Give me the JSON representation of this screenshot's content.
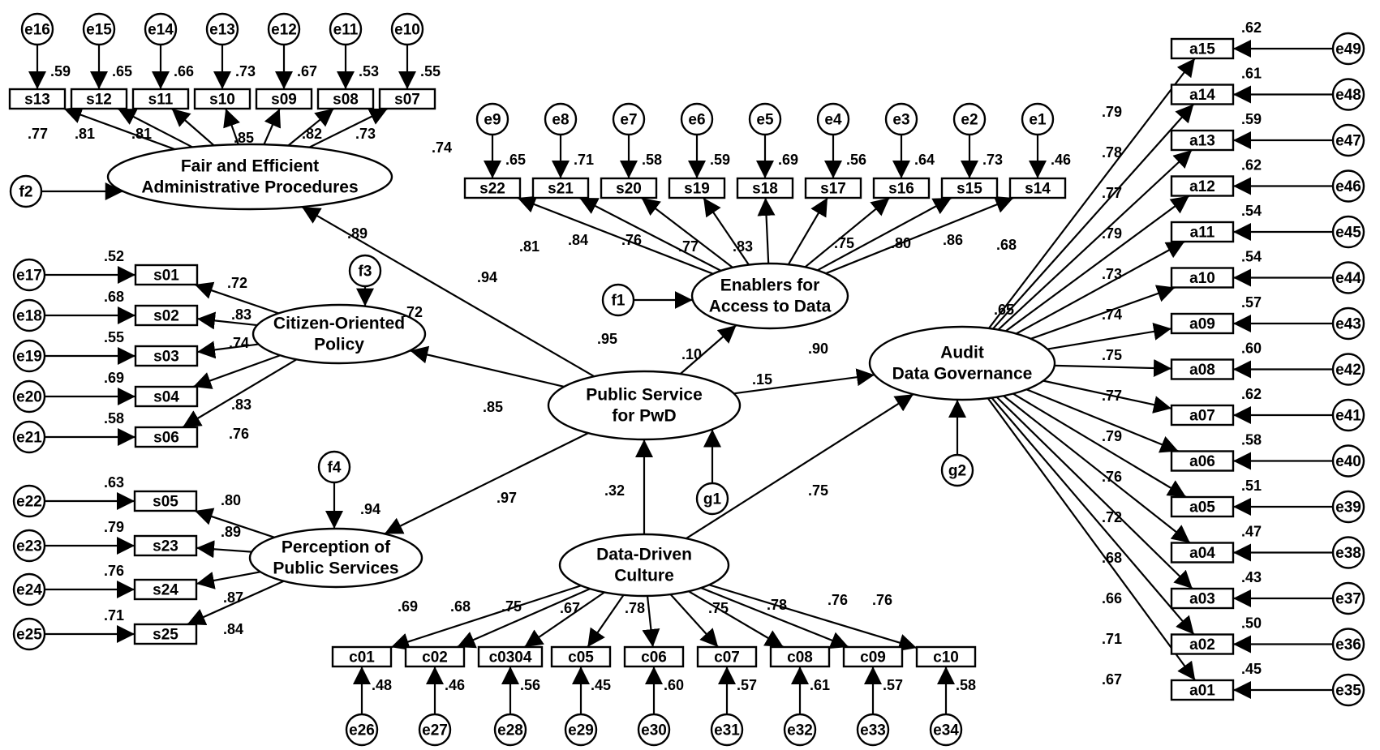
{
  "latents": [
    {
      "id": "FEAP",
      "lines": [
        "Fair and Efficient",
        "Administrative Procedures"
      ]
    },
    {
      "id": "COP",
      "lines": [
        "Citizen-Oriented",
        "Policy"
      ]
    },
    {
      "id": "PPS",
      "lines": [
        "Perception of",
        "Public Services"
      ]
    },
    {
      "id": "EAD",
      "lines": [
        "Enablers for",
        "Access to Data"
      ]
    },
    {
      "id": "PSP",
      "lines": [
        "Public Service",
        "for PwD"
      ]
    },
    {
      "id": "DDC",
      "lines": [
        "Data-Driven",
        "Culture"
      ]
    },
    {
      "id": "ADG",
      "lines": [
        "Audit",
        "Data Governance"
      ]
    }
  ],
  "disturbances": [
    {
      "label": "f2",
      "target": "FEAP"
    },
    {
      "label": "f3",
      "target": "COP"
    },
    {
      "label": "f4",
      "target": "PPS"
    },
    {
      "label": "f1",
      "target": "EAD"
    },
    {
      "label": "g1",
      "target": "PSP"
    },
    {
      "label": "g2",
      "target": "ADG"
    }
  ],
  "indicators": {
    "FEAP": {
      "items": [
        {
          "box": "s13",
          "err": "e16",
          "loading": ".77",
          "r2": ".59"
        },
        {
          "box": "s12",
          "err": "e15",
          "loading": ".81",
          "r2": ".65"
        },
        {
          "box": "s11",
          "err": "e14",
          "loading": ".81",
          "r2": ".66"
        },
        {
          "box": "s10",
          "err": "e13",
          "loading": ".85",
          "r2": ".73"
        },
        {
          "box": "s09",
          "err": "e12",
          "loading": ".82",
          "r2": ".67"
        },
        {
          "box": "s08",
          "err": "e11",
          "loading": ".73",
          "r2": ".53"
        },
        {
          "box": "s07",
          "err": "e10",
          "loading": ".74",
          "r2": ".55"
        }
      ]
    },
    "EAD": {
      "items": [
        {
          "box": "s22",
          "err": "e9",
          "loading": ".81",
          "r2": ".65"
        },
        {
          "box": "s21",
          "err": "e8",
          "loading": ".84",
          "r2": ".71"
        },
        {
          "box": "s20",
          "err": "e7",
          "loading": ".76",
          "r2": ".58"
        },
        {
          "box": "s19",
          "err": "e6",
          "loading": ".77",
          "r2": ".59"
        },
        {
          "box": "s18",
          "err": "e5",
          "loading": ".83",
          "r2": ".69"
        },
        {
          "box": "s17",
          "err": "e4",
          "loading": ".75",
          "r2": ".56"
        },
        {
          "box": "s16",
          "err": "e3",
          "loading": ".80",
          "r2": ".64"
        },
        {
          "box": "s15",
          "err": "e2",
          "loading": ".86",
          "r2": ".73"
        },
        {
          "box": "s14",
          "err": "e1",
          "loading": ".68",
          "r2": ".46"
        }
      ]
    },
    "COP": {
      "items": [
        {
          "box": "s01",
          "err": "e17",
          "loading": ".72",
          "r2": ".52"
        },
        {
          "box": "s02",
          "err": "e18",
          "loading": ".83",
          "r2": ".68"
        },
        {
          "box": "s03",
          "err": "e19",
          "loading": ".74",
          "r2": ".55"
        },
        {
          "box": "s04",
          "err": "e20",
          "loading": ".83",
          "r2": ".69"
        },
        {
          "box": "s06",
          "err": "e21",
          "loading": ".76",
          "r2": ".58"
        }
      ]
    },
    "PPS": {
      "items": [
        {
          "box": "s05",
          "err": "e22",
          "loading": ".80",
          "r2": ".63"
        },
        {
          "box": "s23",
          "err": "e23",
          "loading": ".89",
          "r2": ".79"
        },
        {
          "box": "s24",
          "err": "e24",
          "loading": ".87",
          "r2": ".76"
        },
        {
          "box": "s25",
          "err": "e25",
          "loading": ".84",
          "r2": ".71"
        }
      ]
    },
    "DDC": {
      "items": [
        {
          "box": "c01",
          "err": "e26",
          "loading": ".69",
          "r2": ".48"
        },
        {
          "box": "c02",
          "err": "e27",
          "loading": ".68",
          "r2": ".46"
        },
        {
          "box": "c0304",
          "err": "e28",
          "loading": ".75",
          "r2": ".56"
        },
        {
          "box": "c05",
          "err": "e29",
          "loading": ".67",
          "r2": ".45"
        },
        {
          "box": "c06",
          "err": "e30",
          "loading": ".78",
          "r2": ".60"
        },
        {
          "box": "c07",
          "err": "e31",
          "loading": ".75",
          "r2": ".57"
        },
        {
          "box": "c08",
          "err": "e32",
          "loading": ".78",
          "r2": ".61"
        },
        {
          "box": "c09",
          "err": "e33",
          "loading": ".76",
          "r2": ".57"
        },
        {
          "box": "c10",
          "err": "e34",
          "loading": ".76",
          "r2": ".58"
        }
      ]
    },
    "ADG": {
      "items": [
        {
          "box": "a15",
          "err": "e49",
          "loading": ".79",
          "r2": ".62"
        },
        {
          "box": "a14",
          "err": "e48",
          "loading": ".78",
          "r2": ".61"
        },
        {
          "box": "a13",
          "err": "e47",
          "loading": ".77",
          "r2": ".59"
        },
        {
          "box": "a12",
          "err": "e46",
          "loading": ".79",
          "r2": ".62"
        },
        {
          "box": "a11",
          "err": "e45",
          "loading": ".73",
          "r2": ".54"
        },
        {
          "box": "a10",
          "err": "e44",
          "loading": ".74",
          "r2": ".54"
        },
        {
          "box": "a09",
          "err": "e43",
          "loading": ".75",
          "r2": ".57"
        },
        {
          "box": "a08",
          "err": "e42",
          "loading": ".77",
          "r2": ".60"
        },
        {
          "box": "a07",
          "err": "e41",
          "loading": ".79",
          "r2": ".62"
        },
        {
          "box": "a06",
          "err": "e40",
          "loading": ".76",
          "r2": ".58"
        },
        {
          "box": "a05",
          "err": "e39",
          "loading": ".72",
          "r2": ".51"
        },
        {
          "box": "a04",
          "err": "e38",
          "loading": ".68",
          "r2": ".47"
        },
        {
          "box": "a03",
          "err": "e37",
          "loading": ".66",
          "r2": ".43"
        },
        {
          "box": "a02",
          "err": "e36",
          "loading": ".71",
          "r2": ".50"
        },
        {
          "box": "a01",
          "err": "e35",
          "loading": ".67",
          "r2": ".45"
        }
      ]
    }
  },
  "paths": [
    {
      "from": "PSP",
      "to": "FEAP",
      "coef": ".94"
    },
    {
      "from": "PSP",
      "to": "COP",
      "coef": ".85"
    },
    {
      "from": "PSP",
      "to": "PPS",
      "coef": ".97"
    },
    {
      "from": "PSP",
      "to": "EAD",
      "coef": ".95"
    },
    {
      "from": "PSP",
      "to": "ADG",
      "coef": ".15"
    },
    {
      "from": "DDC",
      "to": "PSP",
      "coef": ".32"
    },
    {
      "from": "DDC",
      "to": "ADG",
      "coef": ".75"
    }
  ],
  "r2_latent": [
    {
      "target": "FEAP",
      "value": ".89"
    },
    {
      "target": "COP",
      "value": ".72"
    },
    {
      "target": "PPS",
      "value": ".94"
    },
    {
      "target": "EAD",
      "value": ".90"
    },
    {
      "target": "PSP",
      "value": ".10"
    },
    {
      "target": "ADG",
      "value": ".65"
    }
  ]
}
